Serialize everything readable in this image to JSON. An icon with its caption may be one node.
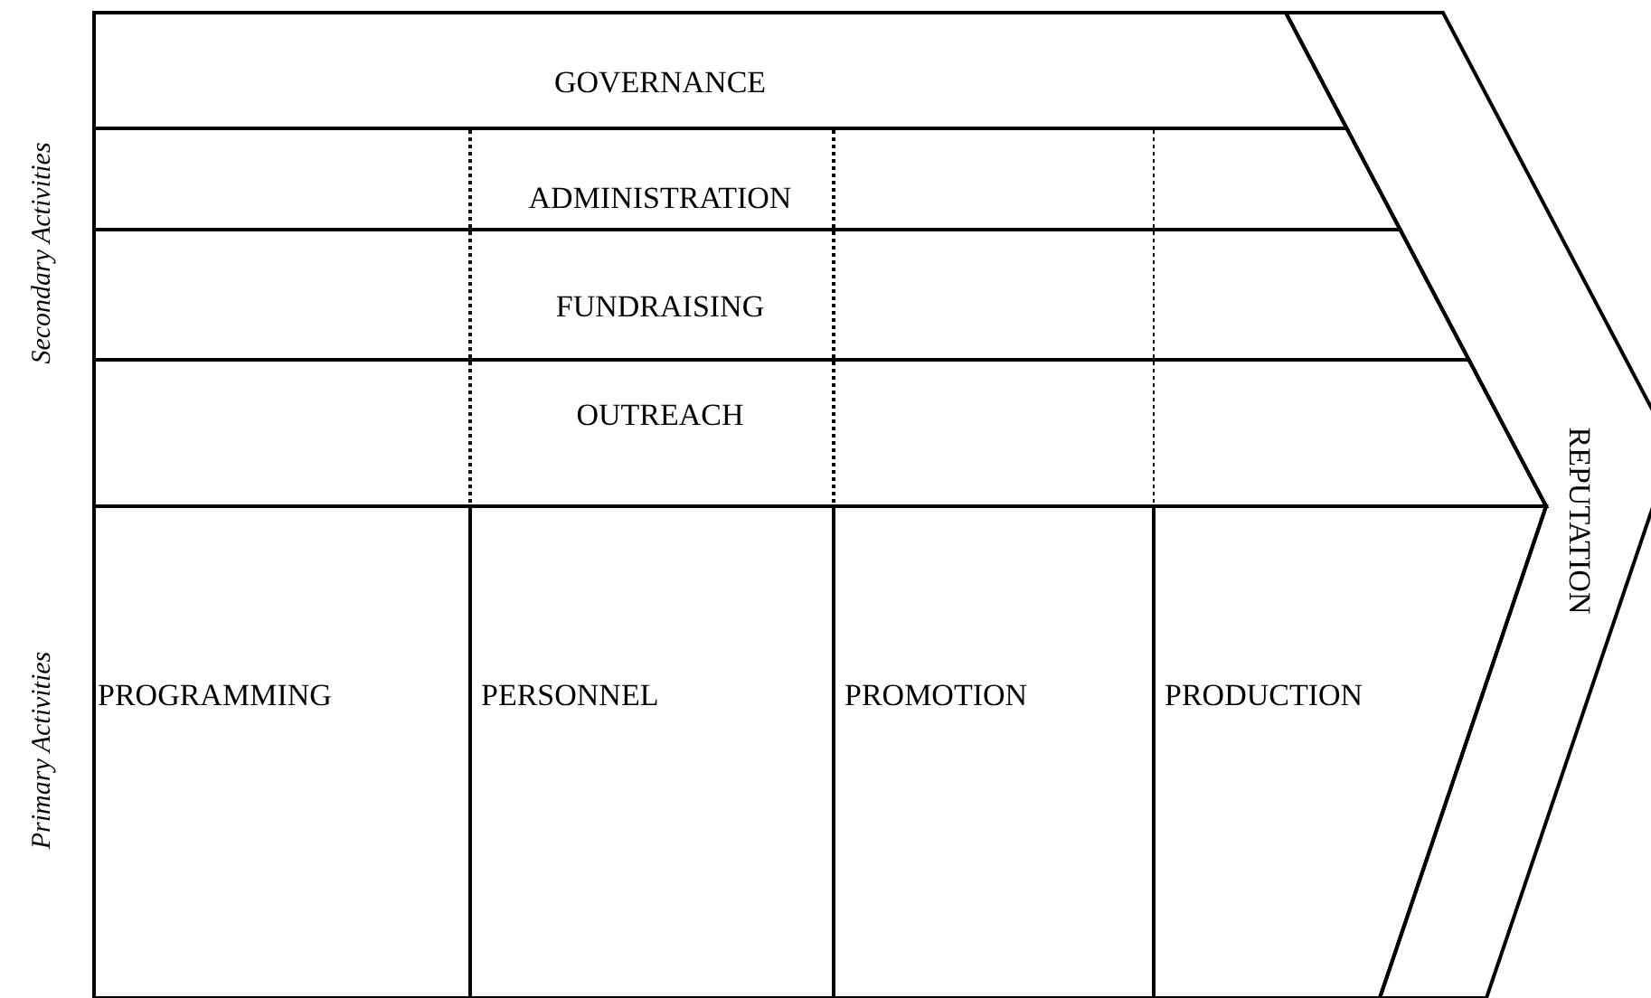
{
  "diagram": {
    "nodes": [
      {
        "text": [
          "GOVERNANCE"
        ]
      },
      {
        "text": [
          "ADMINISTRATION"
        ]
      },
      {
        "text": [
          "FUNDRAISING"
        ]
      },
      {
        "text": [
          "OUTREACH"
        ]
      },
      {
        "text": [
          "PROGRAMMING"
        ]
      },
      {
        "text": [
          "PERSONNEL"
        ]
      },
      {
        "text": [
          "PROMOTION"
        ]
      },
      {
        "text": [
          "PRODUCTION"
        ]
      },
      {
        "text": [
          "REPUTATION"
        ]
      }
    ],
    "labels": [
      "Secondary Activities",
      "Primary Activities"
    ]
  }
}
